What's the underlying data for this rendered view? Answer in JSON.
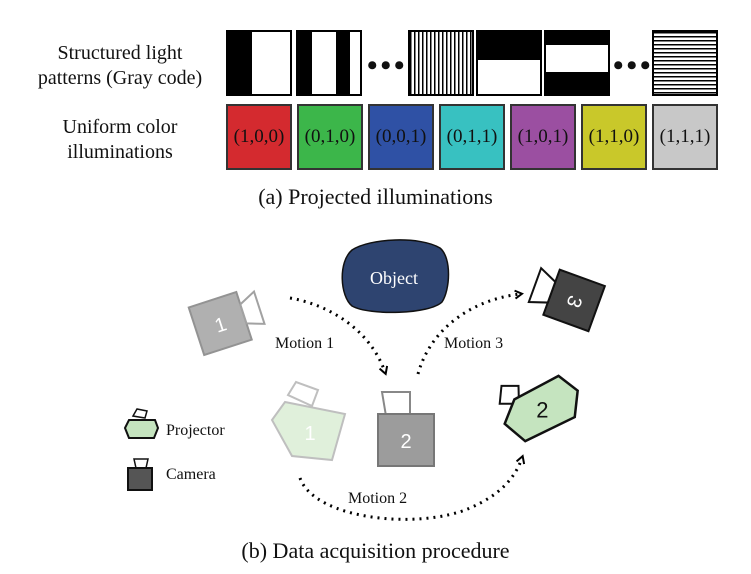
{
  "section_a": {
    "structured_label_line1": "Structured light",
    "structured_label_line2": "patterns (Gray code)",
    "uniform_label_line1": "Uniform color",
    "uniform_label_line2": "illuminations",
    "caption": "(a) Projected illuminations",
    "ellipsis": "•••",
    "color_boxes": [
      {
        "label": "(1,0,0)",
        "color": "#d42a2f"
      },
      {
        "label": "(0,1,0)",
        "color": "#3cb64a"
      },
      {
        "label": "(0,0,1)",
        "color": "#2f51a5"
      },
      {
        "label": "(0,1,1)",
        "color": "#38c1c1"
      },
      {
        "label": "(1,0,1)",
        "color": "#9b4fa1"
      },
      {
        "label": "(1,1,0)",
        "color": "#c9c82a"
      },
      {
        "label": "(1,1,1)",
        "color": "#c8c8c8"
      }
    ]
  },
  "section_b": {
    "object_label": "Object",
    "motion1": "Motion 1",
    "motion2": "Motion 2",
    "motion3": "Motion 3",
    "legend_projector": "Projector",
    "legend_camera": "Camera",
    "numbers": {
      "cam_one": "1",
      "cam_two_gray": "2",
      "cam_three": "3",
      "proj_one": "1",
      "proj_two": "2"
    },
    "caption": "(b) Data acquisition procedure",
    "colors": {
      "object": "#2e4470",
      "projector_green": "#c5e4bf",
      "camera_dark": "#444444",
      "camera_gray": "#a8a8a8"
    }
  }
}
